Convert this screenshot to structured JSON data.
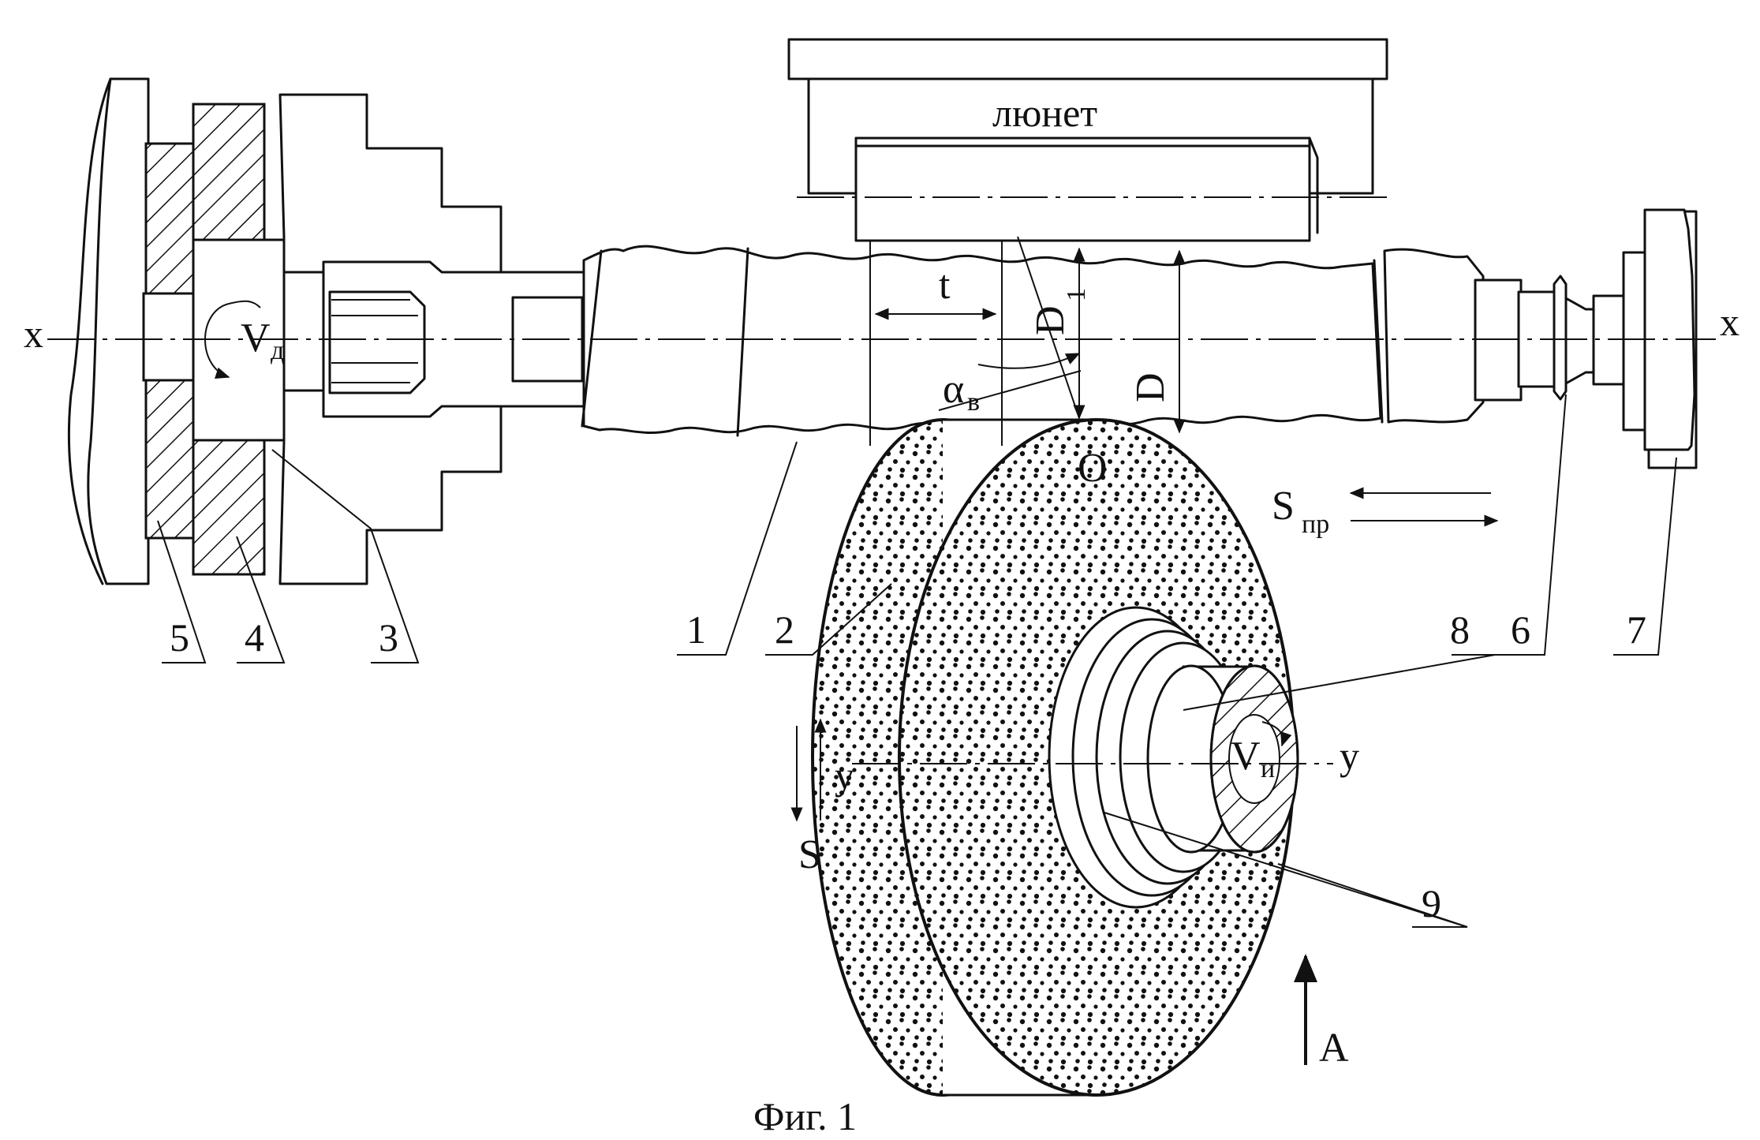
{
  "figure": {
    "caption": "Фиг. 1",
    "steady_rest_label": "люнет",
    "axis_x_left": "x",
    "axis_x_right": "x",
    "axis_y_left": "y",
    "axis_y_right": "y",
    "contact_point": "O",
    "pitch_label": "t",
    "diameter_inner": {
      "main": "D",
      "sub": "1"
    },
    "diameter_outer": "D",
    "angle": {
      "main": "α",
      "sub": "в"
    },
    "part_speed": {
      "main": "V",
      "sub": "д"
    },
    "tool_speed": {
      "main": "V",
      "sub": "и"
    },
    "longitudinal_feed": {
      "main": "S",
      "sub": "пр"
    },
    "radial_feed": "S",
    "view_label": "A",
    "parts": [
      "1",
      "2",
      "3",
      "4",
      "5",
      "6",
      "7",
      "8",
      "9"
    ]
  },
  "colors": {
    "ink": "#111111",
    "paper": "#ffffff"
  }
}
